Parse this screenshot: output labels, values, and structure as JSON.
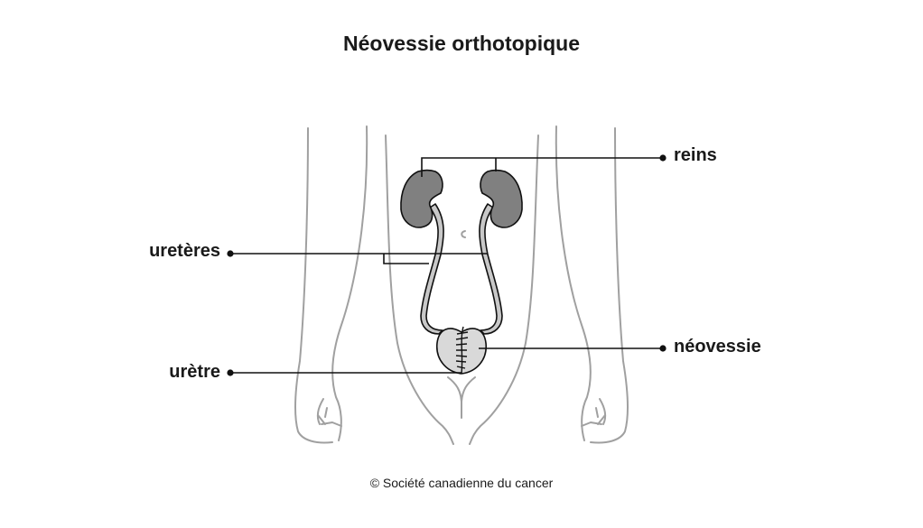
{
  "title": "Néovessie orthotopique",
  "labels": {
    "reins": "reins",
    "ureteres": "uretères",
    "neovessie": "néovessie",
    "uretre": "urètre"
  },
  "credit": "© Société canadienne du cancer",
  "colors": {
    "body_outline": "#a0a0a0",
    "kidney_fill": "#808080",
    "neobladder_fill": "#d9d9d9",
    "leader_line": "#111111"
  }
}
